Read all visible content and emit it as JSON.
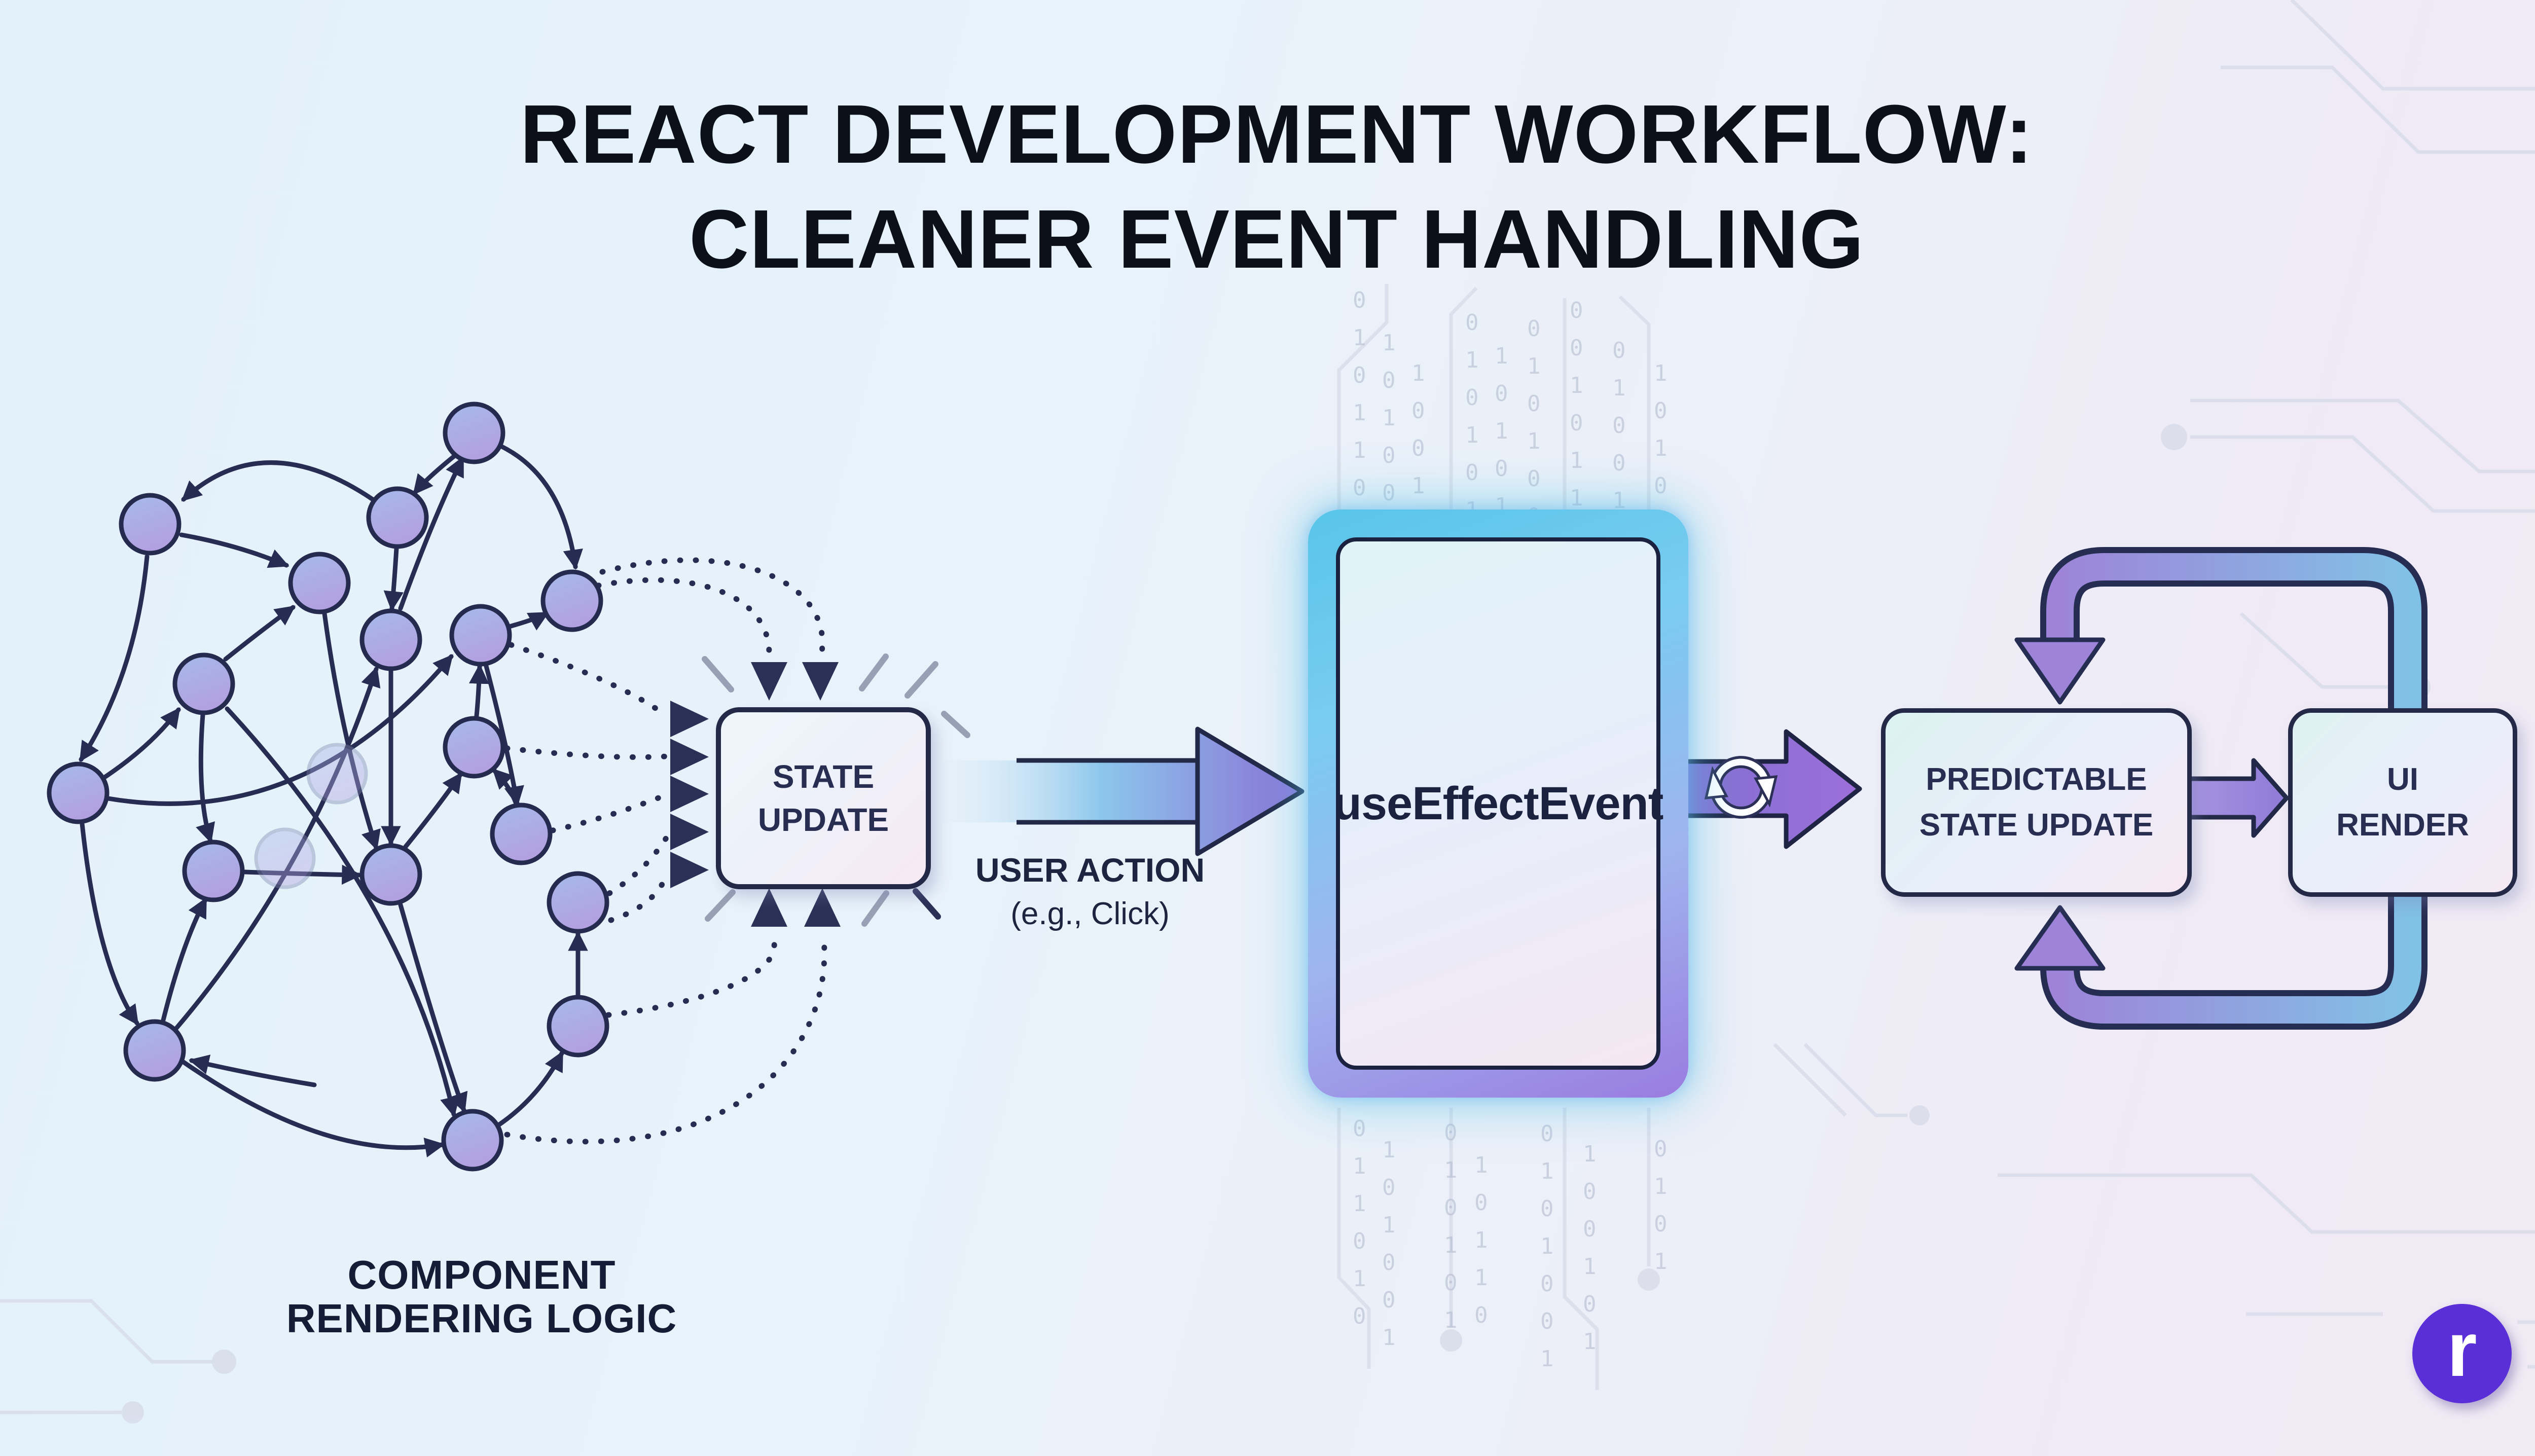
{
  "title": {
    "line1": "REACT DEVELOPMENT WORKFLOW:",
    "line2": "CLEANER EVENT HANDLING"
  },
  "network_label": {
    "line1": "COMPONENT",
    "line2": "RENDERING LOGIC"
  },
  "boxes": {
    "state": {
      "line1": "STATE",
      "line2": "UPDATE"
    },
    "use_effect": {
      "label": "useEffectEvent"
    },
    "predictable": {
      "line1": "PREDICTABLE",
      "line2": "STATE UPDATE"
    },
    "ui_render": {
      "line1": "UI",
      "line2": "RENDER"
    }
  },
  "labels": {
    "user_action": {
      "line1": "USER ACTION",
      "line2": "(e.g., Click)"
    }
  },
  "logo": {
    "letter": "r"
  },
  "icons": {
    "sync": "sync-cycle-icon",
    "logo": "r-brand-badge"
  },
  "colors": {
    "navy_outline": "#262d52",
    "cyan_glow": "#58c5e9",
    "purple_accent": "#9a7ce0",
    "node_blue": "#a6baea",
    "node_purple": "#b2a0e0",
    "logo_purple": "#5b2fd8",
    "background_left": "#e2f1fa",
    "background_right": "#f0eaf4"
  },
  "binary_columns": [
    "0\n1\n0\n1\n1\n0\n1",
    "1\n0\n1\n0\n0\n1",
    "1\n0\n0\n1\n0",
    "0\n1\n0\n1\n0\n1",
    "1\n0\n1\n0\n1",
    "0\n1\n0\n1\n0\n0",
    "0\n0\n1\n0\n1\n1\n0",
    "0\n1\n0\n0\n1",
    "0\n1\n1\n0\n1\n0",
    "1\n0\n1\n0\n0\n1",
    "0\n1\n0\n1\n0\n1",
    "1\n0\n1\n1\n0",
    "0\n1\n0\n1\n0\n0\n1",
    "1\n0\n0\n1\n0\n1",
    "1\n0\n1\n0",
    "0\n1\n0\n1"
  ]
}
